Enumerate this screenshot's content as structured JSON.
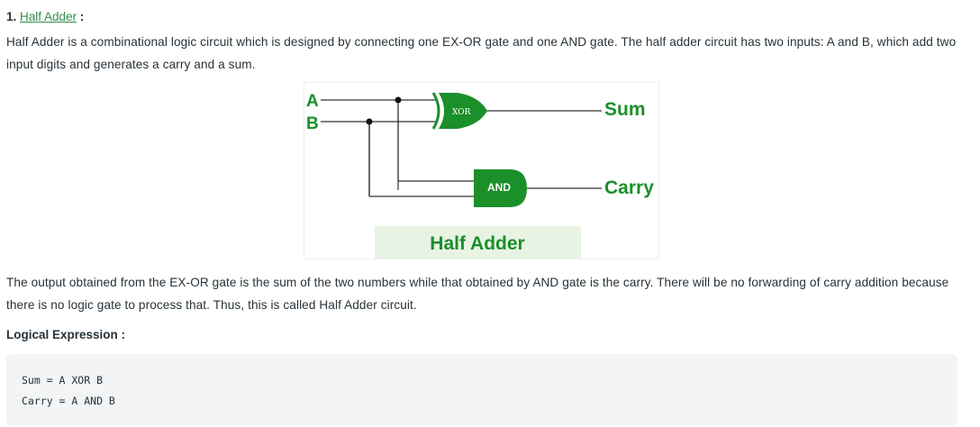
{
  "section": {
    "number": "1.",
    "title_link": "Half Adder",
    "colon": " :"
  },
  "intro": "Half Adder is a combinational logic circuit which is designed by connecting one EX-OR gate and one AND gate. The half adder circuit has two inputs: A and B, which add two input digits and generates a carry and a sum.",
  "figure": {
    "input_a": "A",
    "input_b": "B",
    "xor_label": "XOR",
    "and_label": "AND",
    "sum_label": "Sum",
    "carry_label": "Carry",
    "caption": "Half Adder"
  },
  "explanation": "The output obtained from the EX-OR gate is the sum of the two numbers while that obtained by AND gate is the carry. There will be no forwarding of carry addition because there is no logic gate to process that. Thus, this is called Half Adder circuit.",
  "logical_expression_heading": "Logical Expression :",
  "code": {
    "line1": "Sum = A XOR B",
    "line2": "Carry = A AND B"
  },
  "colors": {
    "link": "#2f8d46",
    "gate_green": "#1b8f2a",
    "caption_bg": "#e8f3e4",
    "code_bg": "#f3f4f5"
  }
}
